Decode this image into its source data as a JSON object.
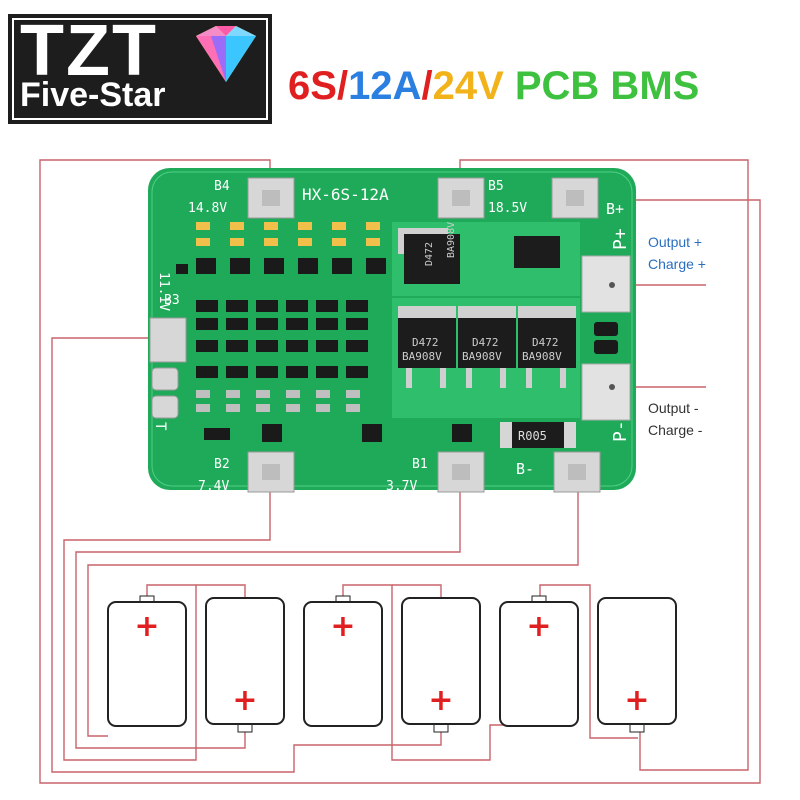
{
  "brand": {
    "name": "TZT",
    "tagline": "Five-Star"
  },
  "headline": {
    "parts": [
      {
        "text": "6S",
        "color": "#e02020"
      },
      {
        "text": "/",
        "color": "#e02020"
      },
      {
        "text": "12A",
        "color": "#2b7fe0"
      },
      {
        "text": "/",
        "color": "#e02020"
      },
      {
        "text": "24V",
        "color": "#f2b21a"
      },
      {
        "text": " PCB BMS",
        "color": "#3ec13e"
      }
    ]
  },
  "board": {
    "model": "HX-6S-12A",
    "pads": {
      "b4": {
        "name": "B4",
        "voltage": "14.8V"
      },
      "b5": {
        "name": "B5",
        "voltage": "18.5V"
      },
      "b3": {
        "name": "B3",
        "voltage": "11.1V"
      },
      "b2": {
        "name": "B2",
        "voltage": "7.4V"
      },
      "b1": {
        "name": "B1",
        "voltage": "3.7V"
      },
      "bminus": {
        "name": "B-"
      },
      "pplus": {
        "name": "P+"
      },
      "pminus": {
        "name": "P-"
      },
      "bplus": {
        "name": "B+"
      },
      "t": {
        "name": "T"
      }
    },
    "resistor": "R005",
    "mosfet_top": {
      "line1": "D472",
      "line2": "BA908V"
    },
    "mosfets": [
      {
        "line1": "D472",
        "line2": "BA908V"
      },
      {
        "line1": "D472",
        "line2": "BA908V"
      },
      {
        "line1": "D472",
        "line2": "BA908V"
      }
    ]
  },
  "labels": {
    "output_plus": "Output +",
    "charge_plus": "Charge +",
    "output_minus": "Output -",
    "charge_minus": "Charge -"
  },
  "battery_symbol": "+",
  "colors": {
    "pcb_green": "#1faa5a",
    "wire": "#c8646b",
    "plus_red": "#e02020",
    "pad_silver": "#cfcfcf"
  }
}
